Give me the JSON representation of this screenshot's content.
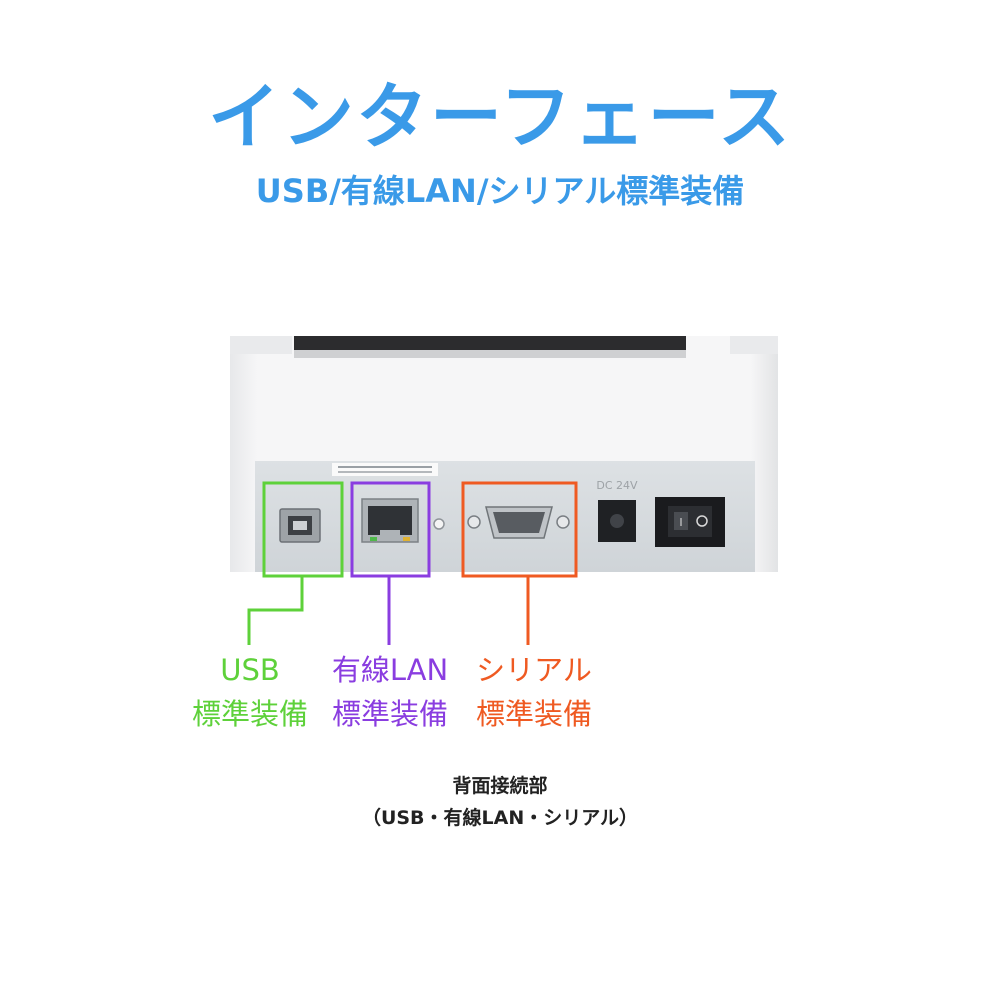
{
  "header": {
    "title": "インターフェース",
    "subtitle": "USB/有線LAN/シリアル標準装備"
  },
  "callouts": [
    {
      "id": "usb",
      "name": "USB",
      "sub": "標準装備",
      "color": "#5ed13a"
    },
    {
      "id": "lan",
      "name": "有線LAN",
      "sub": "標準装備",
      "color": "#8a3de0"
    },
    {
      "id": "serial",
      "name": "シリアル",
      "sub": "標準装備",
      "color": "#ef5a22"
    }
  ],
  "device": {
    "power_label": "DC 24V"
  },
  "caption": {
    "line1": "背面接続部",
    "line2": "（USB・有線LAN・シリアル）"
  },
  "colors": {
    "accent": "#3a9ae8",
    "usb": "#5ed13a",
    "lan": "#8a3de0",
    "serial": "#ef5a22"
  }
}
